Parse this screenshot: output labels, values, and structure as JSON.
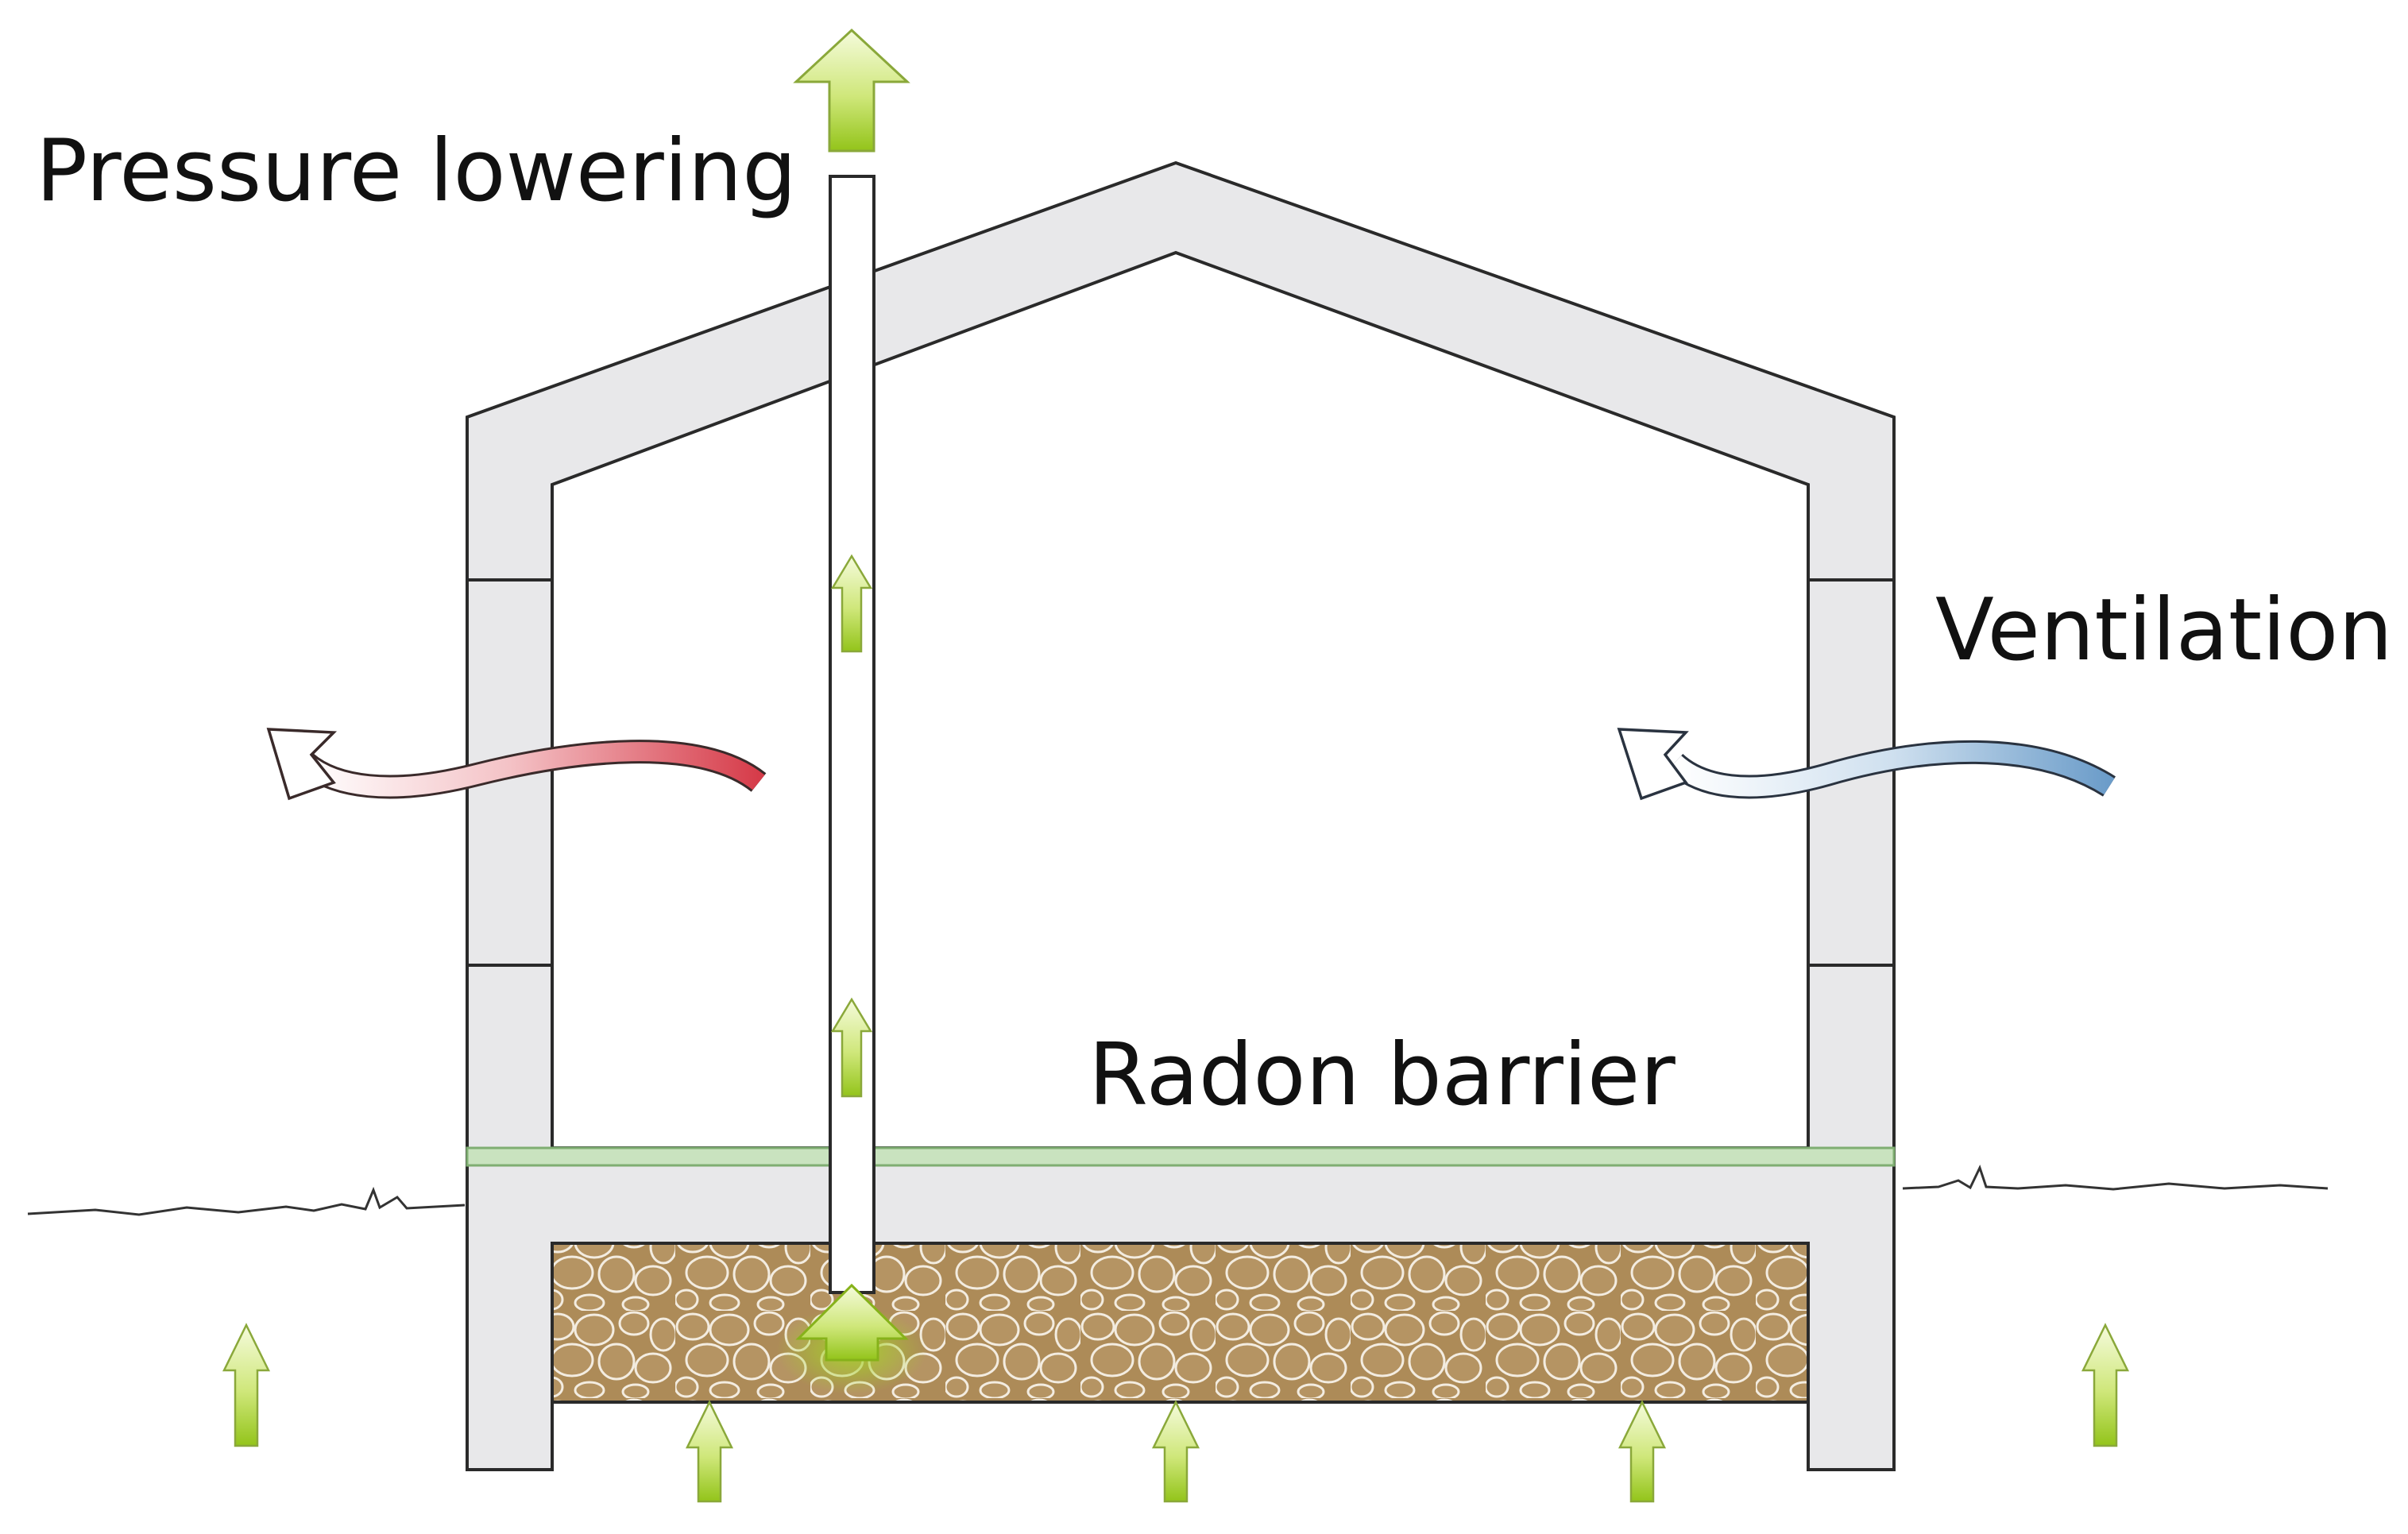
{
  "labels": {
    "pressure_lowering": "Pressure lowering",
    "ventilation": "Ventilation",
    "radon_barrier": "Radon barrier"
  },
  "colors": {
    "wall": "#e8e8ea",
    "outline": "#2a2a2a",
    "barrier": "#c9e3bf",
    "gravel": "#b08f5c",
    "radon_arrow_top": "#f4fad8",
    "radon_arrow_bottom": "#9fcc1e",
    "exhaust_warm": "#d94a55",
    "supply_cool": "#7aa7cf"
  }
}
